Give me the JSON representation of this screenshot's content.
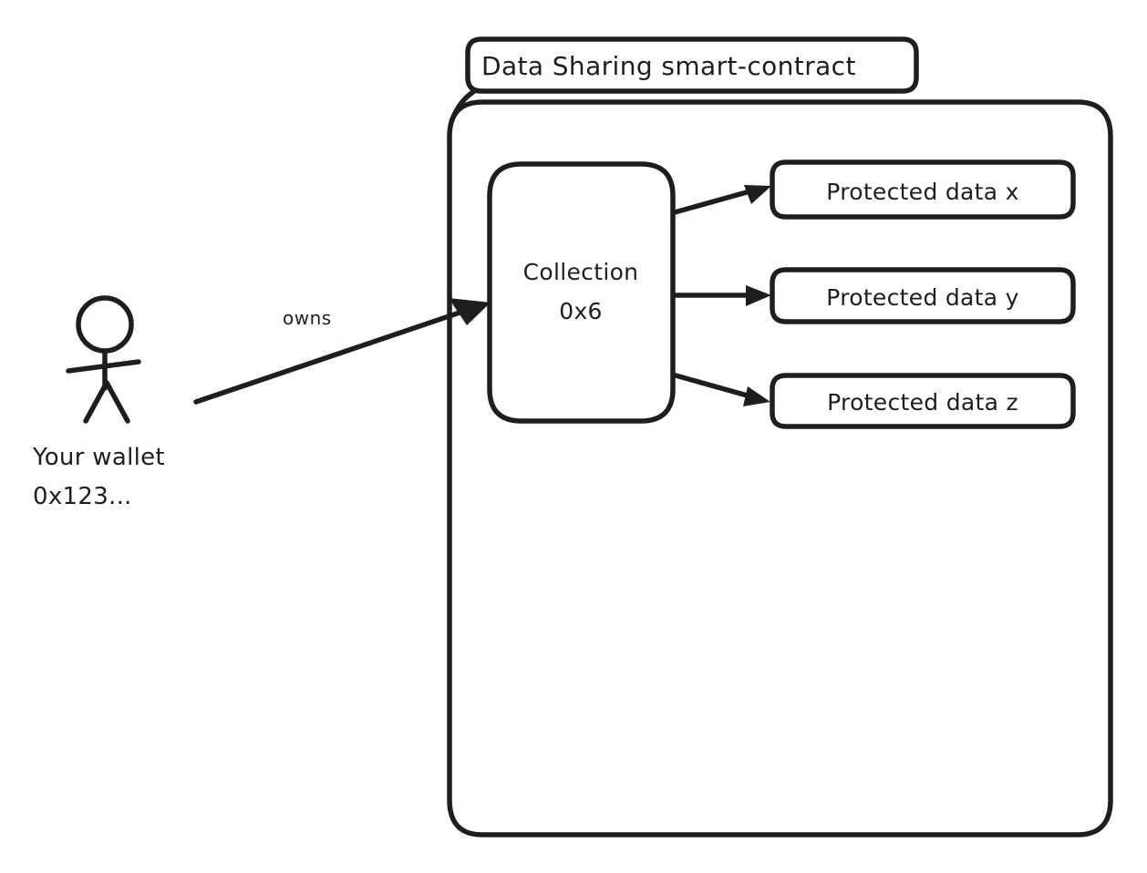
{
  "diagram": {
    "title": "Data Sharing smart-contract",
    "container_label": "Data Sharing smart-contract",
    "actor": {
      "icon": "stick-figure-person-icon",
      "label_line1": "Your wallet",
      "label_line2": "0x123..."
    },
    "edges": [
      {
        "id": "owns",
        "label": "owns",
        "from": "wallet",
        "to": "collection"
      },
      {
        "id": "coll-to-x",
        "label": "",
        "from": "collection",
        "to": "protected-data-x"
      },
      {
        "id": "coll-to-y",
        "label": "",
        "from": "collection",
        "to": "protected-data-y"
      },
      {
        "id": "coll-to-z",
        "label": "",
        "from": "collection",
        "to": "protected-data-z"
      }
    ],
    "collection": {
      "line1": "Collection",
      "line2": "0x6"
    },
    "protected_data": [
      {
        "id": "protected-data-x",
        "label": "Protected data x"
      },
      {
        "id": "protected-data-y",
        "label": "Protected data y"
      },
      {
        "id": "protected-data-z",
        "label": "Protected data z"
      }
    ],
    "colors": {
      "stroke": "#1e1e1e",
      "background": "#ffffff",
      "node_fill": "#ffffff"
    }
  }
}
